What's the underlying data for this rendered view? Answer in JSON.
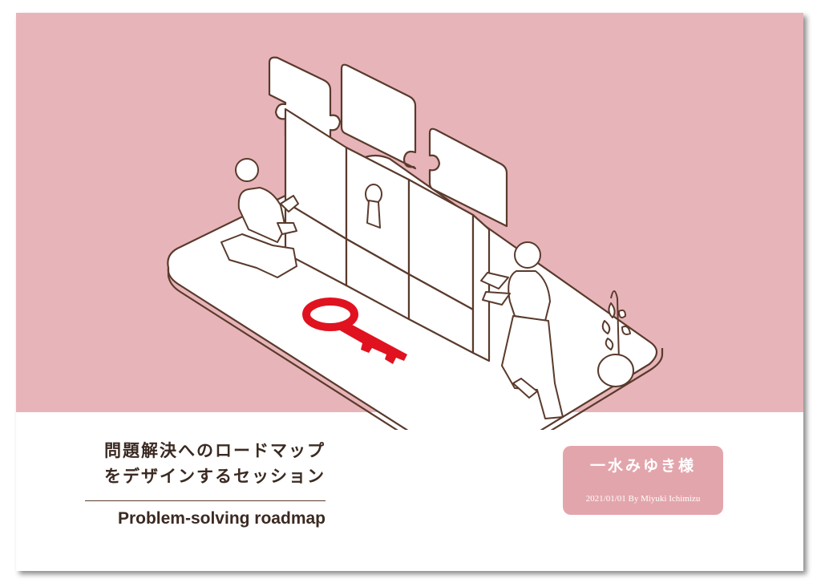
{
  "colors": {
    "pink": "#E7B5B9",
    "outline": "#5a3a2c",
    "key_red": "#E0121F",
    "badge": "#E3A5AC",
    "white": "#ffffff",
    "text": "#3b2a22"
  },
  "cover": {
    "title_ja_line1": "問題解決へのロードマップ",
    "title_ja_line2": "をデザインするセッション",
    "title_en": "Problem-solving roadmap"
  },
  "badge": {
    "name": "一水みゆき様",
    "meta": "2021/01/01 By Miyuki Ichimizu"
  },
  "illustration": {
    "icons": [
      "puzzle-wall-icon",
      "keyhole-icon",
      "key-icon",
      "person-kneeling-icon",
      "person-standing-icon",
      "potted-plant-icon"
    ]
  }
}
